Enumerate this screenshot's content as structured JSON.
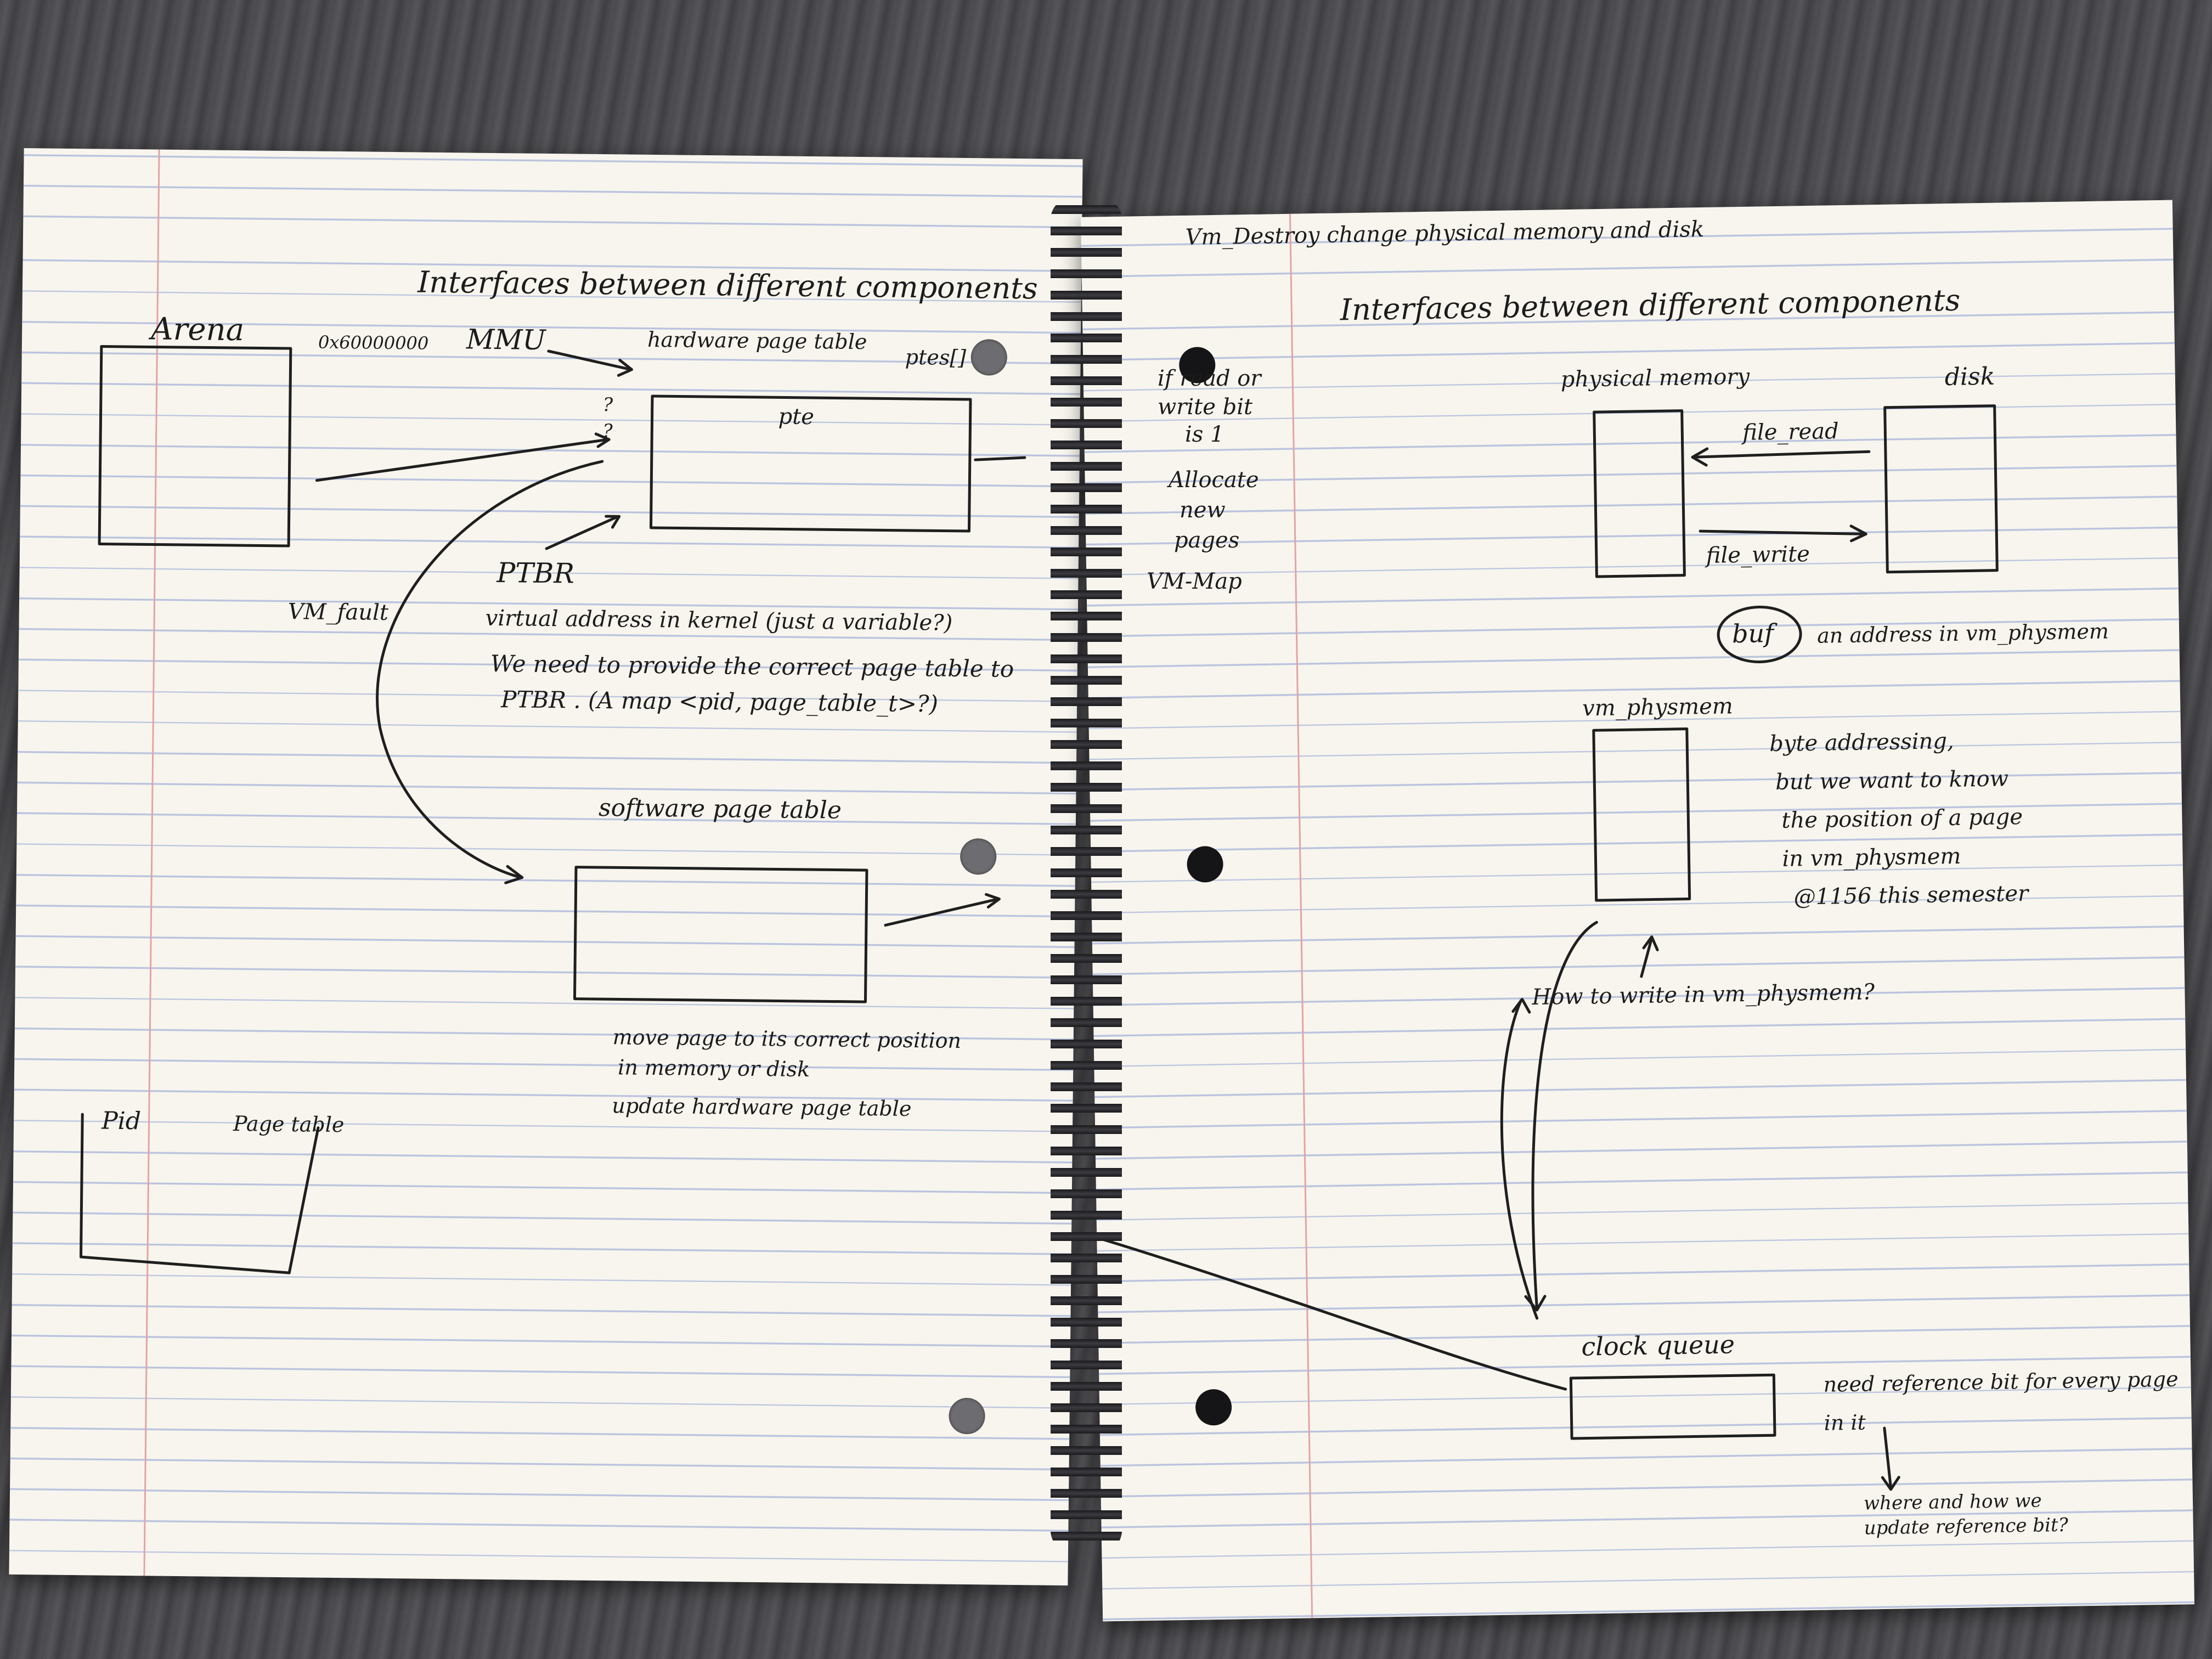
{
  "left": {
    "title": "Interfaces between different components",
    "arena": "Arena",
    "address": "0x60000000",
    "mmu": "MMU",
    "hardware_page_table": "hardware page table",
    "ptes": "ptes[]",
    "pte": "pte",
    "question1": "?",
    "question2": "?",
    "ptbr": "PTBR",
    "vm_fault": "VM_fault",
    "virtual_address_note": "virtual address in kernel (just a variable?)",
    "provide_line1": "We need to provide the correct page table to",
    "provide_line2": "PTBR . (A map <pid, page_table_t>?)",
    "software_page_table": "software page table",
    "move_line1": "move page to its correct position",
    "move_line2": "in memory or disk",
    "update_line": "update hardware page table",
    "pid": "Pid",
    "page_table": "Page table"
  },
  "middle": {
    "condition_line1": "if read or",
    "condition_line2": "write bit",
    "condition_line3": "is 1",
    "allocate_line1": "Allocate",
    "allocate_line2": "new",
    "allocate_line3": "pages",
    "vm_map": "VM-Map"
  },
  "right": {
    "top_note": "Vm_Destroy change physical memory and disk",
    "title": "Interfaces between different components",
    "physical_memory": "physical memory",
    "disk": "disk",
    "file_read": "file_read",
    "file_write": "file_write",
    "buf": "buf",
    "buf_note": "an address in vm_physmem",
    "vm_physmem": "vm_physmem",
    "byte_line1": "byte addressing,",
    "byte_line2": "but we want to know",
    "byte_line3": "the position of a page",
    "byte_line4": "in vm_physmem",
    "byte_line5": "@1156 this semester",
    "how_to_write": "How to write in vm_physmem?",
    "clock_queue": "clock queue",
    "ref_line1": "need reference bit for every page",
    "ref_line2": "in it",
    "where_line1": "where and how we",
    "where_line2": "update reference bit?"
  }
}
